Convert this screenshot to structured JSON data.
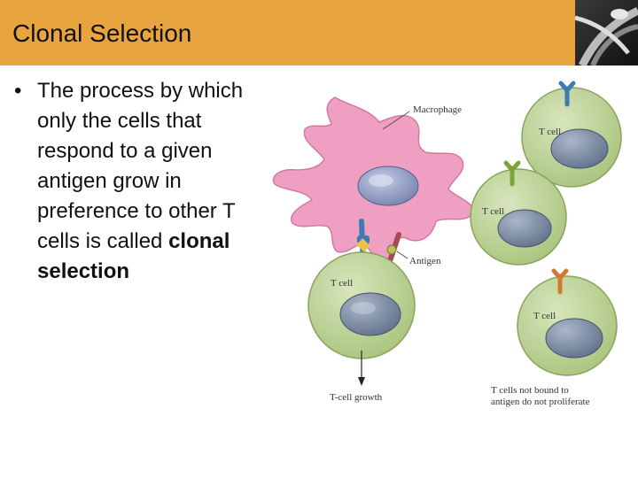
{
  "header": {
    "title": "Clonal Selection",
    "accent_color": "#e8a43f"
  },
  "bullet": {
    "text_before": "The process by which only the cells that respond to a given antigen grow in preference to other T cells is called ",
    "bold_text": "clonal selection"
  },
  "diagram": {
    "labels": {
      "macrophage": "Macrophage",
      "antigen": "Antigen",
      "t_cell": "T cell",
      "t_cell_growth": "T-cell growth",
      "not_bound_line1": "T cells not bound to",
      "not_bound_line2": "antigen do not proliferate"
    },
    "colors": {
      "macrophage_fill": "#ef9fc1",
      "t_cell_fill": "#bfd49a",
      "nucleus_fill": "#7f8fa8",
      "receptor_blue": "#3d7bb5",
      "receptor_green": "#7aa53a",
      "receptor_orange": "#d07a30",
      "receptor_red": "#a84a52"
    }
  }
}
